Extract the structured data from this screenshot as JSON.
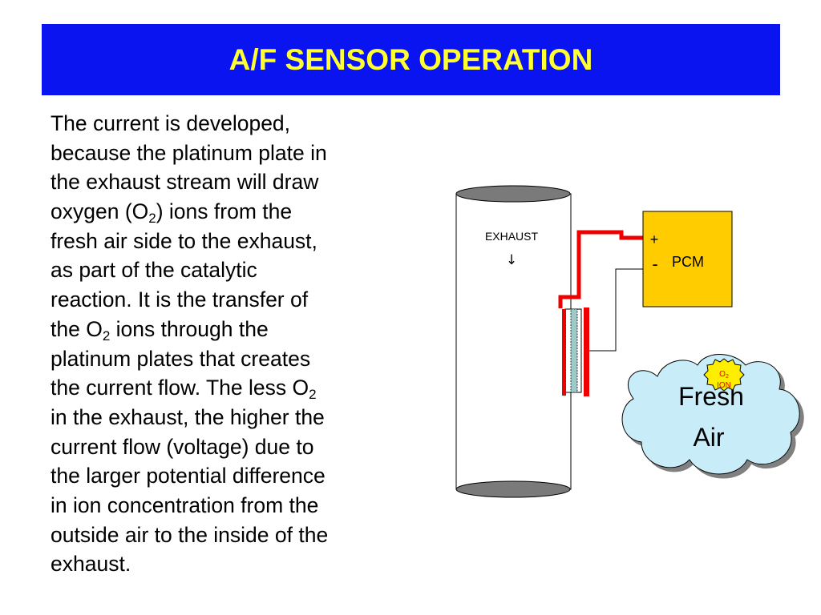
{
  "title": "A/F SENSOR OPERATION",
  "body_lines": [
    [
      "The current is developed,"
    ],
    [
      "because the platinum plate in"
    ],
    [
      "the exhaust stream will draw"
    ],
    [
      "oxygen (O",
      "2",
      ") ions from the"
    ],
    [
      "fresh air side to the exhaust,"
    ],
    [
      "as part of the catalytic"
    ],
    [
      "reaction. It is the transfer of"
    ],
    [
      "the O",
      "2",
      " ions through the"
    ],
    [
      "platinum plates that creates"
    ],
    [
      "the current flow. The less O",
      "2",
      ""
    ],
    [
      "in the exhaust, the higher the"
    ],
    [
      "current flow (voltage) due to"
    ],
    [
      "the larger potential difference"
    ],
    [
      "in ion concentration from the"
    ],
    [
      "outside air to the inside of the"
    ],
    [
      "exhaust."
    ]
  ],
  "diagram": {
    "exhaust_label": "EXHAUST",
    "arrow_glyph": "↓",
    "pcm_label": "PCM",
    "plus_label": "+",
    "minus_label": "-",
    "fresh_air_line1": "Fresh",
    "fresh_air_line2": "Air",
    "ion_label_o": "O",
    "ion_label_sub": "2",
    "ion_label_ion": "ION"
  },
  "colors": {
    "title_bg": "#0a14f0",
    "title_text": "#ffff33",
    "red_wire": "#ee0000",
    "pcm_fill": "#ffcc00",
    "cloud_fill": "#c8ecf8",
    "ion_fill": "#ffee00",
    "ion_text": "#ee0000"
  }
}
